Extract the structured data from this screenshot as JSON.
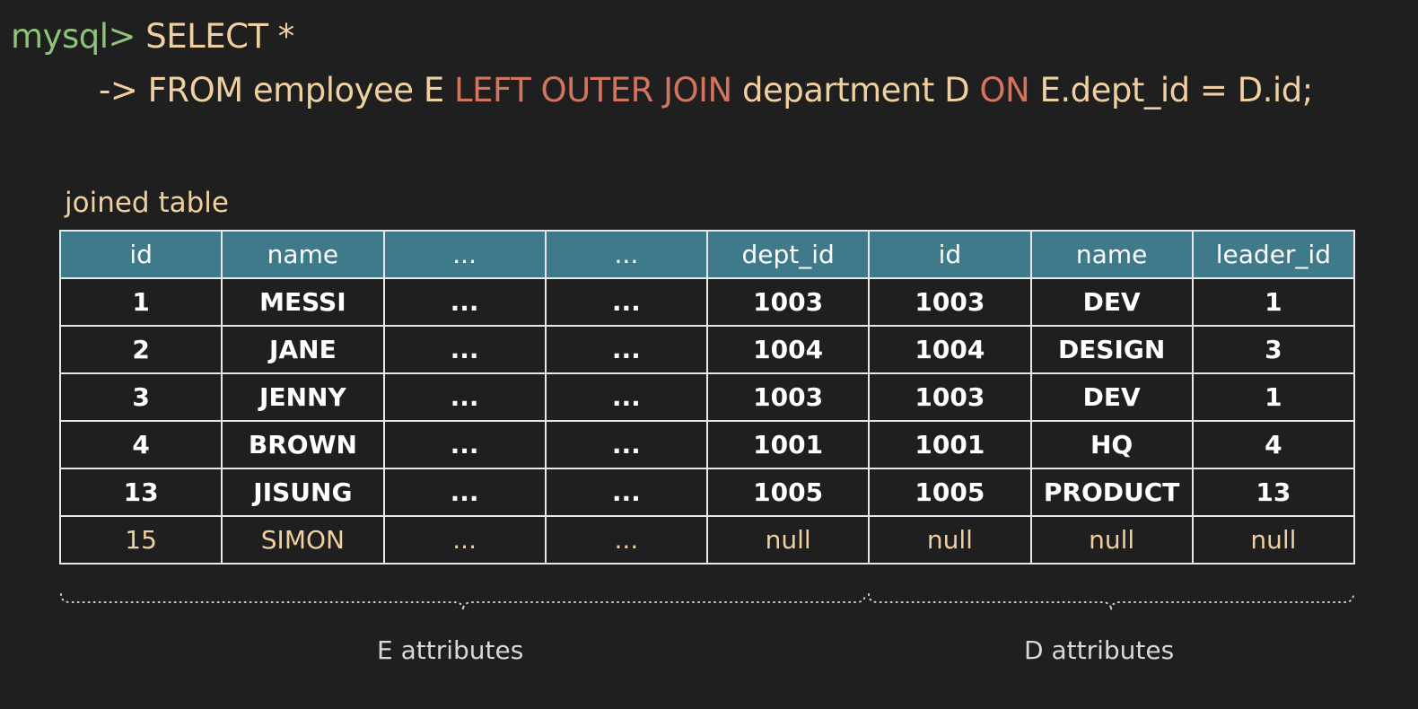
{
  "query": {
    "line1": {
      "prompt": "mysql>",
      "select": "SELECT *"
    },
    "line2": {
      "arrow": "->",
      "from": "FROM employee E",
      "join": "LEFT OUTER JOIN",
      "table": "department D",
      "on": "ON",
      "condition": "E.dept_id = D.id;"
    }
  },
  "caption": "joined table",
  "table": {
    "headers": [
      "id",
      "name",
      "...",
      "...",
      "dept_id",
      "id",
      "name",
      "leader_id"
    ],
    "rows": [
      [
        "1",
        "MESSI",
        "...",
        "...",
        "1003",
        "1003",
        "DEV",
        "1"
      ],
      [
        "2",
        "JANE",
        "...",
        "...",
        "1004",
        "1004",
        "DESIGN",
        "3"
      ],
      [
        "3",
        "JENNY",
        "...",
        "...",
        "1003",
        "1003",
        "DEV",
        "1"
      ],
      [
        "4",
        "BROWN",
        "...",
        "...",
        "1001",
        "1001",
        "HQ",
        "4"
      ],
      [
        "13",
        "JISUNG",
        "...",
        "...",
        "1005",
        "1005",
        "PRODUCT",
        "13"
      ],
      [
        "15",
        "SIMON",
        "...",
        "...",
        "null",
        "null",
        "null",
        "null"
      ]
    ]
  },
  "groups": {
    "e_label": "E attributes",
    "d_label": "D attributes"
  },
  "colors": {
    "background": "#1f1f1f",
    "header_fill": "#3e7a8a",
    "keyword": "#d4735e",
    "text": "#f0cfa0",
    "prompt": "#8fc37a"
  }
}
